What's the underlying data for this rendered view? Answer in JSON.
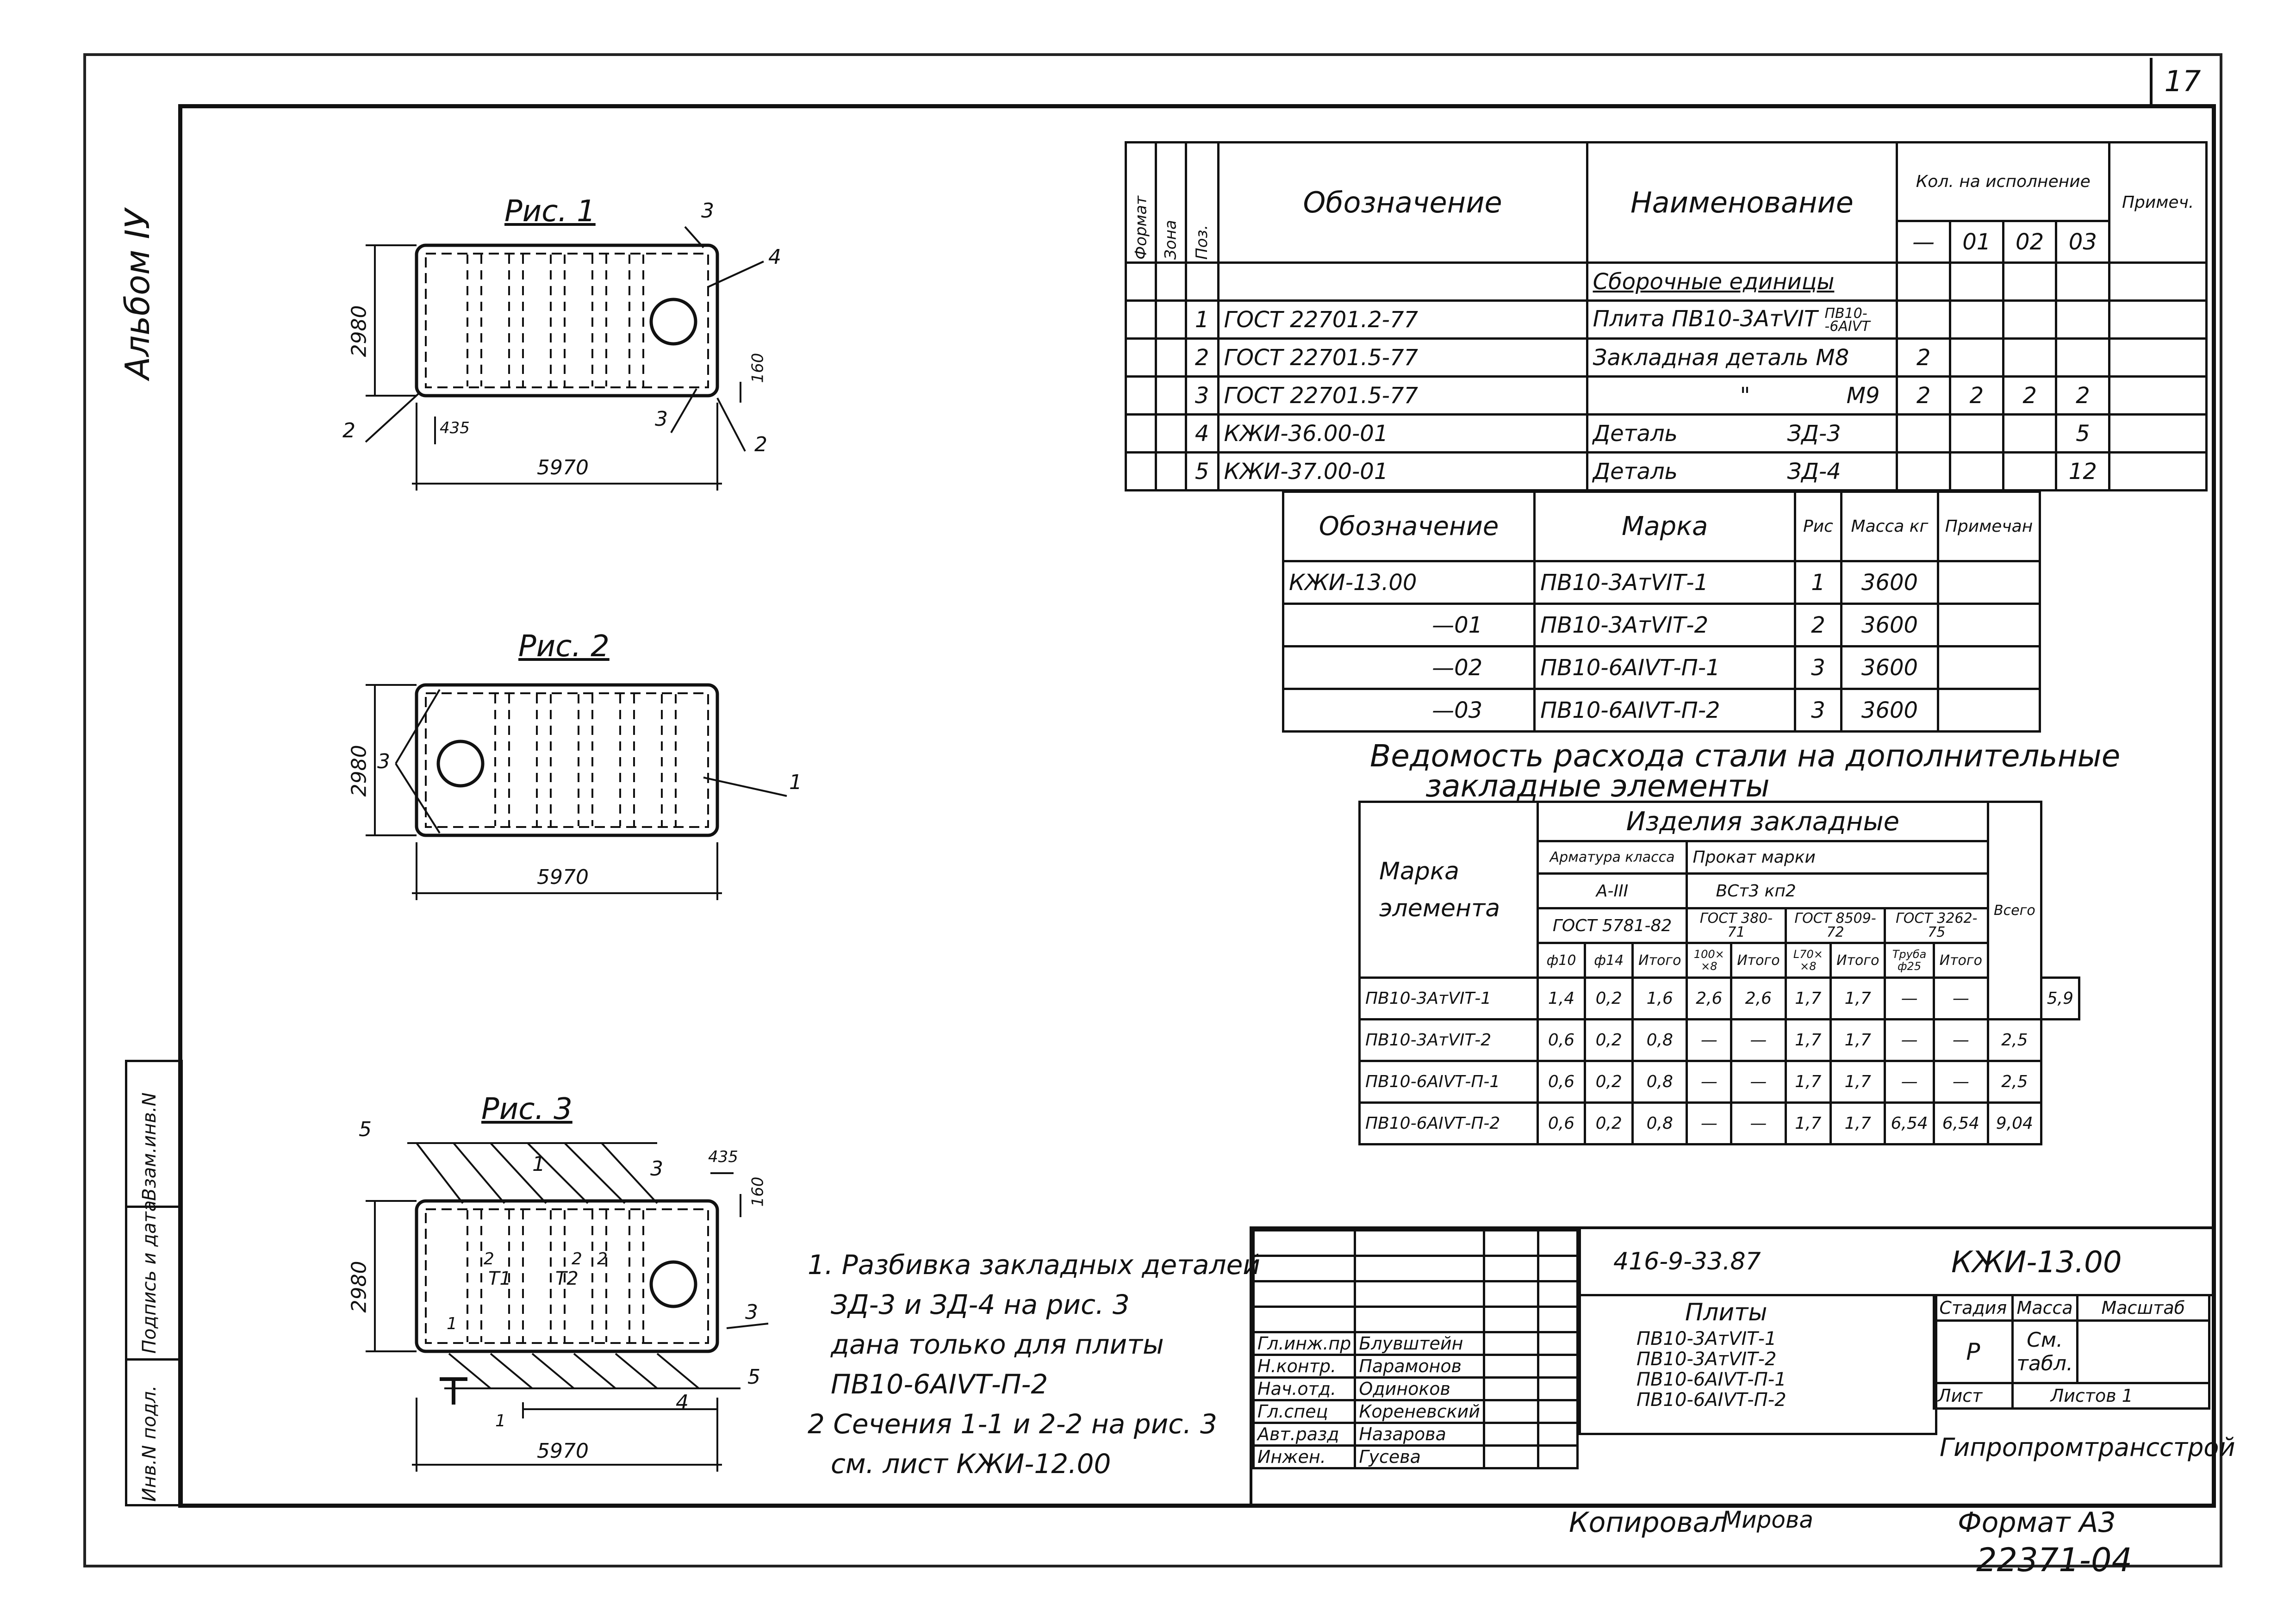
{
  "sheet_number": "17",
  "album_label": "Альбом IУ",
  "sidebar": [
    "Инв.N подл.",
    "Подпись и дата",
    "Взам.инв.N"
  ],
  "figures": {
    "fig1": {
      "title": "Рис. 1",
      "width": "5970",
      "height": "2980",
      "offset": "435",
      "edge": "160",
      "callouts": [
        "3",
        "4",
        "2",
        "3",
        "2"
      ]
    },
    "fig2": {
      "title": "Рис. 2",
      "width": "5970",
      "height": "2980",
      "callouts": [
        "3",
        "1"
      ]
    },
    "fig3": {
      "title": "Рис. 3",
      "width": "5970",
      "height": "2980",
      "offset": "435",
      "edge": "160",
      "callouts": [
        "5",
        "1",
        "3",
        "3",
        "5",
        "4"
      ],
      "section_marks": [
        "2",
        "2",
        "1",
        "1",
        "2"
      ],
      "t_marks": [
        "Т1",
        "Т2"
      ]
    }
  },
  "spec_table": {
    "headers": {
      "format": "Формат",
      "zone": "Зона",
      "pos": "Поз.",
      "designation": "Обозначение",
      "name": "Наименование",
      "qty": "Кол. на исполнение",
      "qty_cols": [
        "—",
        "01",
        "02",
        "03"
      ],
      "note": "Примеч."
    },
    "section": "Сборочные единицы",
    "rows": [
      {
        "pos": "1",
        "designation": "ГОСТ 22701.2-77",
        "name": "Плита ПВ10-3АтVIТ",
        "name_sup": "ПВ10-",
        "name_sub": "-6АIVТ",
        "q": [
          "",
          "",
          "",
          ""
        ]
      },
      {
        "pos": "2",
        "designation": "ГОСТ 22701.5-77",
        "name": "Закладная деталь  М8",
        "q": [
          "2",
          "",
          "",
          ""
        ]
      },
      {
        "pos": "3",
        "designation": "ГОСТ 22701.5-77",
        "name": "\"",
        "name_right": "М9",
        "q": [
          "2",
          "2",
          "2",
          "2"
        ]
      },
      {
        "pos": "4",
        "designation": "КЖИ-36.00-01",
        "name": "Деталь",
        "name_right": "ЗД-3",
        "q": [
          "",
          "",
          "",
          "5"
        ]
      },
      {
        "pos": "5",
        "designation": "КЖИ-37.00-01",
        "name": "Деталь",
        "name_right": "ЗД-4",
        "q": [
          "",
          "",
          "",
          "12"
        ]
      }
    ]
  },
  "mark_table": {
    "headers": [
      "Обозначение",
      "Марка",
      "Рис",
      "Масса кг",
      "Примечан"
    ],
    "rows": [
      [
        "КЖИ-13.00",
        "ПВ10-3АтVIТ-1",
        "1",
        "3600",
        ""
      ],
      [
        "—01",
        "ПВ10-3АтVIТ-2",
        "2",
        "3600",
        ""
      ],
      [
        "—02",
        "ПВ10-6АIVТ-П-1",
        "3",
        "3600",
        ""
      ],
      [
        "—03",
        "ПВ10-6АIVТ-П-2",
        "3",
        "3600",
        ""
      ]
    ]
  },
  "steel_title_1": "Ведомость расхода стали на дополнительные",
  "steel_title_2": "закладные элементы",
  "steel_table": {
    "h_mark": "Марка элемента",
    "h_group": "Изделия закладные",
    "h_rebar": "Арматура класса",
    "h_rebar_class": "А-III",
    "h_rolled": "Прокат марки",
    "h_rolled_grade": "ВСт3 кп2",
    "h_total": "Всего",
    "h_gost_rebar": "ГОСТ 5781-82",
    "h_gost_a": "ГОСТ 380-71",
    "h_gost_b": "ГОСТ 8509-72",
    "h_gost_c": "ГОСТ 3262-75",
    "h_cols": [
      "ф10",
      "ф14",
      "Итого",
      "100× ×8",
      "Итого",
      "L70× ×8",
      "Итого",
      "Труба ф25",
      "Итого"
    ],
    "rows": [
      [
        "ПВ10-3АтVIТ-1",
        "1,4",
        "0,2",
        "1,6",
        "2,6",
        "2,6",
        "1,7",
        "1,7",
        "—",
        "—",
        "5,9"
      ],
      [
        "ПВ10-3АтVIТ-2",
        "0,6",
        "0,2",
        "0,8",
        "—",
        "—",
        "1,7",
        "1,7",
        "—",
        "—",
        "2,5"
      ],
      [
        "ПВ10-6АIVТ-П-1",
        "0,6",
        "0,2",
        "0,8",
        "—",
        "—",
        "1,7",
        "1,7",
        "—",
        "—",
        "2,5"
      ],
      [
        "ПВ10-6АIVТ-П-2",
        "0,6",
        "0,2",
        "0,8",
        "—",
        "—",
        "1,7",
        "1,7",
        "6,54",
        "6,54",
        "9,04"
      ]
    ]
  },
  "notes": [
    "1. Разбивка закладных деталей",
    "ЗД-3 и ЗД-4 на рис. 3",
    "дана только для плиты",
    "ПВ10-6АIVТ-П-2",
    "2 Сечения 1-1 и 2-2 на рис. 3",
    "см. лист КЖИ-12.00"
  ],
  "stamp": {
    "project": "416-9-33.87",
    "code": "КЖИ-13.00",
    "title": "Плиты",
    "items": [
      "ПВ10-3АтVIТ-1",
      "ПВ10-3АтVIТ-2",
      "ПВ10-6АIVТ-П-1",
      "ПВ10-6АIVТ-П-2"
    ],
    "stage_h": "Стадия",
    "mass_h": "Масса",
    "scale_h": "Масштаб",
    "stage": "Р",
    "mass": "См. табл.",
    "sheet_h": "Лист",
    "sheets_h": "Листов 1",
    "org": "Гипропромтрансстрой",
    "people": [
      [
        "Гл.инж.пр",
        "Блувштейн"
      ],
      [
        "Н.контр.",
        "Парамонов"
      ],
      [
        "Нач.отд.",
        "Одиноков"
      ],
      [
        "Гл.спец",
        "Кореневский"
      ],
      [
        "Авт.разд",
        "Назарова"
      ],
      [
        "Инжен.",
        "Гусева"
      ]
    ]
  },
  "copied_label": "Копировал",
  "copied_sign": "Мирова",
  "format": "Формат А3",
  "doc_number": "22371-04"
}
